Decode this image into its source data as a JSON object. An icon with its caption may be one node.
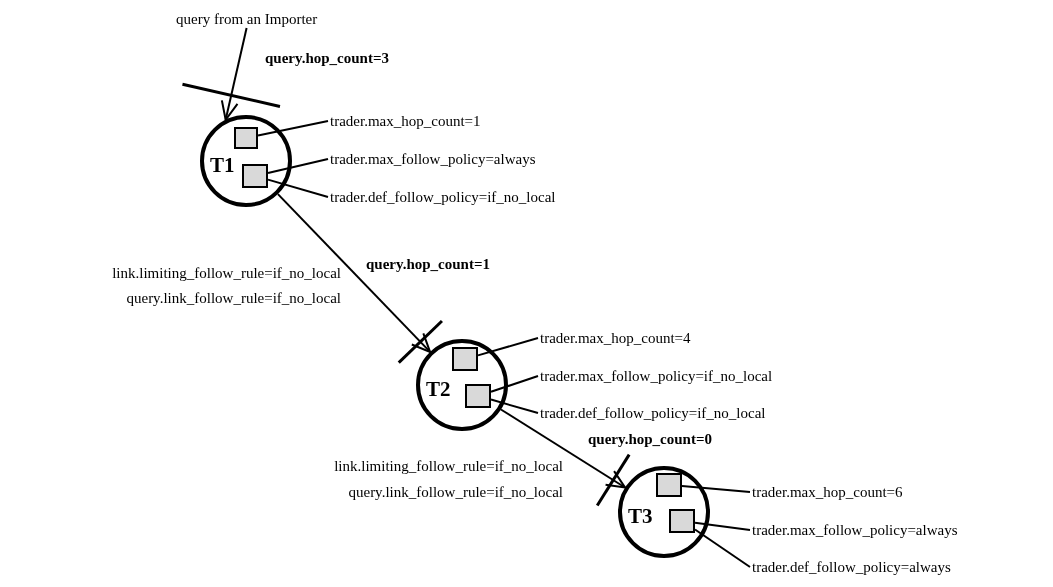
{
  "diagram": {
    "nodes": [
      {
        "text": [
          "query from an Importer"
        ]
      },
      {
        "text": [
          "T1"
        ]
      },
      {
        "text": [],
        "shape": "box",
        "in": 1
      },
      {
        "text": [],
        "shape": "box",
        "in": 1
      },
      {
        "text": [
          "trader.max_hop_count=1"
        ]
      },
      {
        "text": [
          "trader.max_follow_policy=always"
        ]
      },
      {
        "text": [
          "trader.def_follow_policy=if_no_local"
        ]
      },
      {
        "text": [
          "T2"
        ]
      },
      {
        "text": [],
        "shape": "box",
        "in": 7
      },
      {
        "text": [],
        "shape": "box",
        "in": 7
      },
      {
        "text": [
          "trader.max_hop_count=4"
        ]
      },
      {
        "text": [
          "trader.max_follow_policy=if_no_local"
        ]
      },
      {
        "text": [
          "trader.def_follow_policy=if_no_local"
        ]
      },
      {
        "text": [
          "T3"
        ]
      },
      {
        "text": [],
        "shape": "box",
        "in": 13
      },
      {
        "text": [],
        "shape": "box",
        "in": 13
      },
      {
        "text": [
          "trader.max_hop_count=6"
        ]
      },
      {
        "text": [
          "trader.max_follow_policy=always"
        ]
      },
      {
        "text": [
          "trader.def_follow_policy=always"
        ]
      }
    ],
    "edges": [
      {
        "from": 0,
        "to": 1,
        "arrow": "to",
        "label": "query.hop_count=3"
      },
      {
        "from": 4,
        "to": 2,
        "arrow": "none"
      },
      {
        "from": 5,
        "to": 3,
        "arrow": "none"
      },
      {
        "from": 6,
        "to": 3,
        "arrow": "none"
      },
      {
        "from": 1,
        "to": 7,
        "arrow": "to",
        "label": "query.hop_count=1"
      },
      {
        "from": 10,
        "to": 8,
        "arrow": "none"
      },
      {
        "from": 11,
        "to": 9,
        "arrow": "none"
      },
      {
        "from": 12,
        "to": 9,
        "arrow": "none"
      },
      {
        "from": 7,
        "to": 13,
        "arrow": "to",
        "label": "query.hop_count=0"
      },
      {
        "from": 16,
        "to": 14,
        "arrow": "none"
      },
      {
        "from": 17,
        "to": 15,
        "arrow": "none"
      },
      {
        "from": 18,
        "to": 15,
        "arrow": "none"
      }
    ],
    "labels": [
      "link.limiting_follow_rule=if_no_local",
      "query.link_follow_rule=if_no_local",
      "link.limiting_follow_rule=if_no_local",
      "query.link_follow_rule=if_no_local"
    ]
  }
}
